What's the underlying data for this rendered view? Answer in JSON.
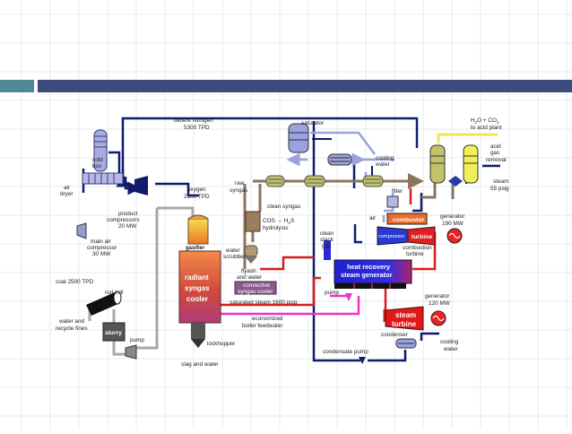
{
  "colors": {
    "header_teal": "#4d8a94",
    "header_navy": "#3d4b7c",
    "gridline": "#e6ebf2",
    "pipe_navy": "#0f1c6e",
    "pipe_brown": "#8b7560",
    "pipe_gray": "#a8a8a8",
    "pipe_red": "#d81e1e",
    "pipe_magenta": "#f033c8",
    "pipe_lilac": "#9aa2e0",
    "pipe_yellow": "#e8e85a",
    "hx_olive": "#c2c26a",
    "gasifier_orange": "#ef7a42",
    "hrsg_blue": "#2a2ad8",
    "steam_red": "#e01818"
  },
  "labels": {
    "diluent_nitrogen": "diluent nitrogen",
    "diluent_nitrogen_rate": "5300 TPD",
    "saturator": "saturator",
    "h2o_co2_prefix": "H",
    "h2o_co2_sub": "2",
    "h2o_co2_rest": "O + CO",
    "h2o_co2_sub2": "2",
    "to_acid_plant": "to acid plant",
    "cold": "cold",
    "box": "box",
    "air": "air",
    "dryer": "dryer",
    "product": "product",
    "compressors": "compressors",
    "product_mw": "20 MW",
    "main_air": "main air",
    "compressor": "compressor",
    "main_air_mw": "30 MW",
    "oxygen": "oxygen",
    "oxygen_rate": "2100 TPD",
    "raw": "raw",
    "syngas": "syngas",
    "cooling_water": "cooling",
    "water": "water",
    "acid": "acid",
    "gas": "gas",
    "removal": "removal",
    "steam": "steam",
    "steam_psig": "55 psig",
    "filter": "filter",
    "clean_syngas": "clean syngas",
    "cos_hydrolysis_a": "COS",
    "cos_hydrolysis_b": "H",
    "cos_hydrolysis_b_sub": "2",
    "cos_hydrolysis_c": "S",
    "hydrolysis": "hydrolysis",
    "air_small": "air",
    "combustor": "combustor",
    "compressor_small": "compressor",
    "turbine": "turbine",
    "generator_1": "generator",
    "generator_1_mw": "190 MW",
    "combustion": "combustion",
    "turbine_2": "turbine",
    "clean": "clean",
    "stack": "stack",
    "stack_gas": "gas",
    "water_scrubber_a": "water",
    "water_scrubber_b": "scrubber",
    "gasifier": "gasifier",
    "flyash": "flyash",
    "and_water": "and water",
    "convective": "convective",
    "syngas_cooler": "syngas cooler",
    "radiant": "radiant",
    "rad_syngas": "syngas",
    "cooler": "cooler",
    "heat_recovery": "heat recovery",
    "steam_generator": "steam generator",
    "pump": "pump",
    "generator_2": "generator",
    "generator_2_mw": "120 MW",
    "saturated_steam": "saturated steam 1600 psig",
    "economized": "economized",
    "boiler_feedwater": "boiler feedwater",
    "steam_turbine_a": "steam",
    "steam_turbine_b": "turbine",
    "coal": "coal 2500 TPD",
    "rod_mill": "rod mill",
    "water_and": "water and",
    "recycle_fines": "recycle fines",
    "slurry": "slurry",
    "pump_slurry": "pump",
    "condenser": "condenser",
    "cooling_water_2a": "cooling",
    "cooling_water_2b": "water",
    "condensate_pump": "condensate pump",
    "lockhopper": "lockhopper",
    "slag_and_water": "slag and water"
  }
}
